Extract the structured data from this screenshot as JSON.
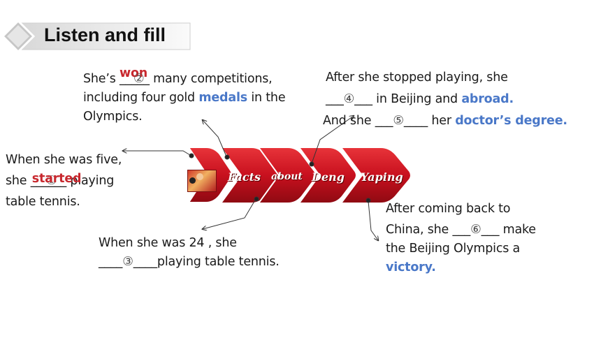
{
  "title": "Listen and fill",
  "blocks": {
    "b2": {
      "pre": "She’s ",
      "blank": "_____",
      "answer": "won",
      "num": "②",
      "post": " many competitions,",
      "line2_pre": "including four gold ",
      "line2_kw": "medals",
      "line2_post": " in the",
      "line3": "Olympics."
    },
    "b1": {
      "line1": "When she was five,",
      "pre": "she ",
      "blank": "______",
      "answer": "started",
      "num": "①",
      "post": " playing",
      "line3": "table tennis."
    },
    "b3": {
      "line1": "When she was 24 , she",
      "blank_pre": "____",
      "num": "③",
      "blank_post": "____",
      "post": "playing table tennis."
    },
    "b4": {
      "line1": "After she stopped playing, she",
      "blank_pre": "___",
      "num": "④",
      "blank_post": "___",
      "mid": " in Beijing and ",
      "kw": "abroad",
      "dot": ".",
      "line3_pre": "And she  ",
      "blank2_pre": "___",
      "num2": "⑤",
      "blank2_post": "____",
      "line3_mid": " her ",
      "kw2": "doctor’s degree",
      "dot2": "."
    },
    "b6": {
      "line1": "After coming back to",
      "line2_pre": "China, she ",
      "blank_pre": "___",
      "num": "⑥",
      "blank_post": "___",
      "line2_post": " make",
      "line3": "the Beijing Olympics a",
      "kw": "victory",
      "dot": "."
    }
  },
  "arrows": [
    "Facts",
    "about",
    "Deng",
    "Yaping"
  ],
  "colors": {
    "keyword": "#4a78c8",
    "answer": "#c8282e",
    "arrow": "#c8101e"
  }
}
